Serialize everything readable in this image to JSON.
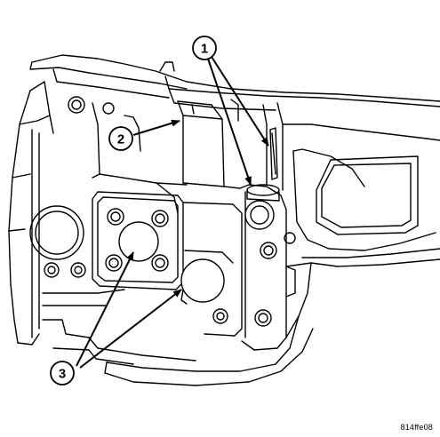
{
  "figure": {
    "callouts": [
      {
        "id": "1",
        "label": "1"
      },
      {
        "id": "2",
        "label": "2"
      },
      {
        "id": "3",
        "label": "3"
      }
    ],
    "figure_code": "814ffe08",
    "colors": {
      "line": "#000000",
      "background": "#ffffff",
      "shade": "#d9d9d9"
    }
  }
}
